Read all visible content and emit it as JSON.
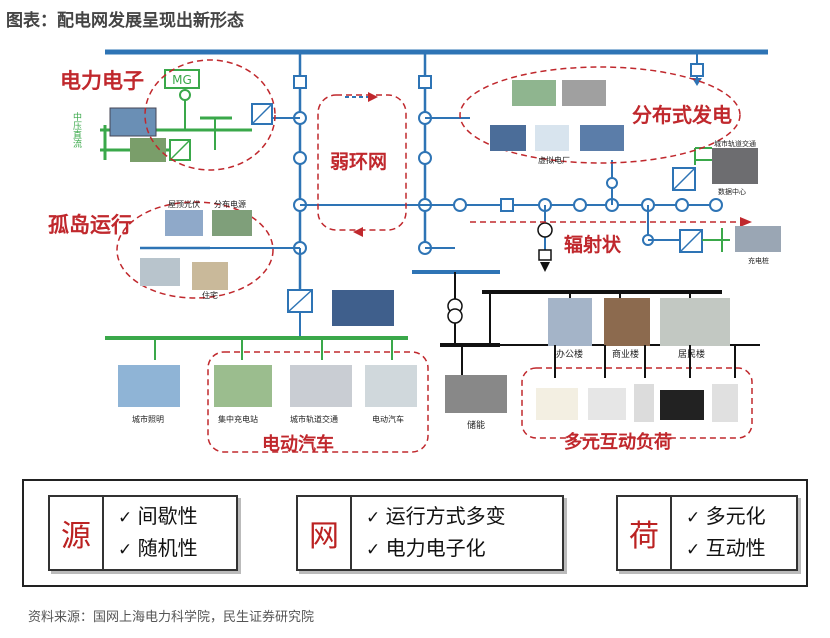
{
  "title": "图表：配电网发展呈现出新形态",
  "source": "资料来源：国网上海电力科学院，民生证券研究院",
  "regions": {
    "power_electronics": "电力电子",
    "weak_ring": "弱环网",
    "distributed_gen": "分布式发电",
    "island": "孤岛运行",
    "radial": "辐射状",
    "ev": "电动汽车",
    "diverse_load": "多元互动负荷"
  },
  "labels": {
    "mg": "MG",
    "mv_dc": "中压直流",
    "rooftop_pv": "屋顶光伏",
    "dist_source": "分布电源",
    "residence": "住宅",
    "virtual_plant": "虚拟电厂",
    "city_traffic": "城市轨道交通",
    "data_center": "数据中心",
    "charger": "充电桩",
    "street_light": "城市照明",
    "central_charging": "集中充电站",
    "metro": "城市轨道交通",
    "ev_car": "电动汽车",
    "storage": "储能",
    "office": "办公楼",
    "mall": "商业楼",
    "residential": "居民楼"
  },
  "legend": [
    {
      "char": "源",
      "items": [
        "间歇性",
        "随机性"
      ]
    },
    {
      "char": "网",
      "items": [
        "运行方式多变",
        "电力电子化"
      ]
    },
    {
      "char": "荷",
      "items": [
        "多元化",
        "互动性"
      ]
    }
  ],
  "colors": {
    "bus": "#2e74b5",
    "green": "#3aa84a",
    "red": "#c0282d",
    "black": "#111"
  }
}
